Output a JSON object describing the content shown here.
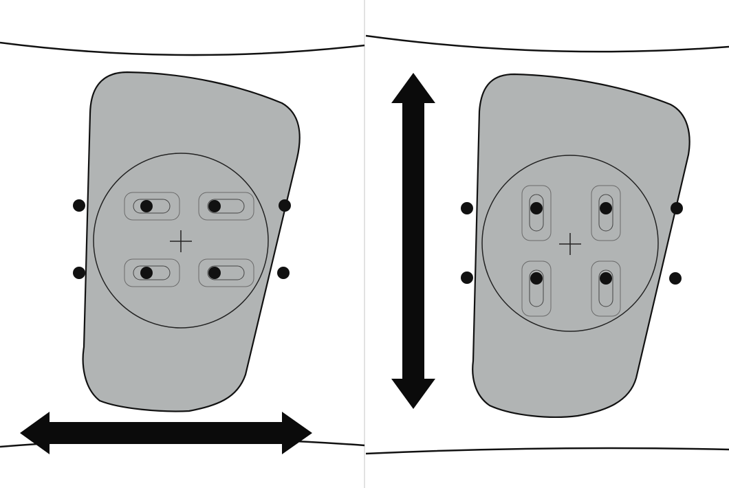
{
  "colors": {
    "background": "#ffffff",
    "pad_fill": "#b1b4b4",
    "outline": "#111111",
    "arrow": "#0b0b0b",
    "divider": "#d8d8d8"
  },
  "panels": [
    {
      "id": "left",
      "slot_orientation": "horizontal",
      "arrow_direction": "horizontal"
    },
    {
      "id": "right",
      "slot_orientation": "vertical",
      "arrow_direction": "vertical"
    }
  ]
}
